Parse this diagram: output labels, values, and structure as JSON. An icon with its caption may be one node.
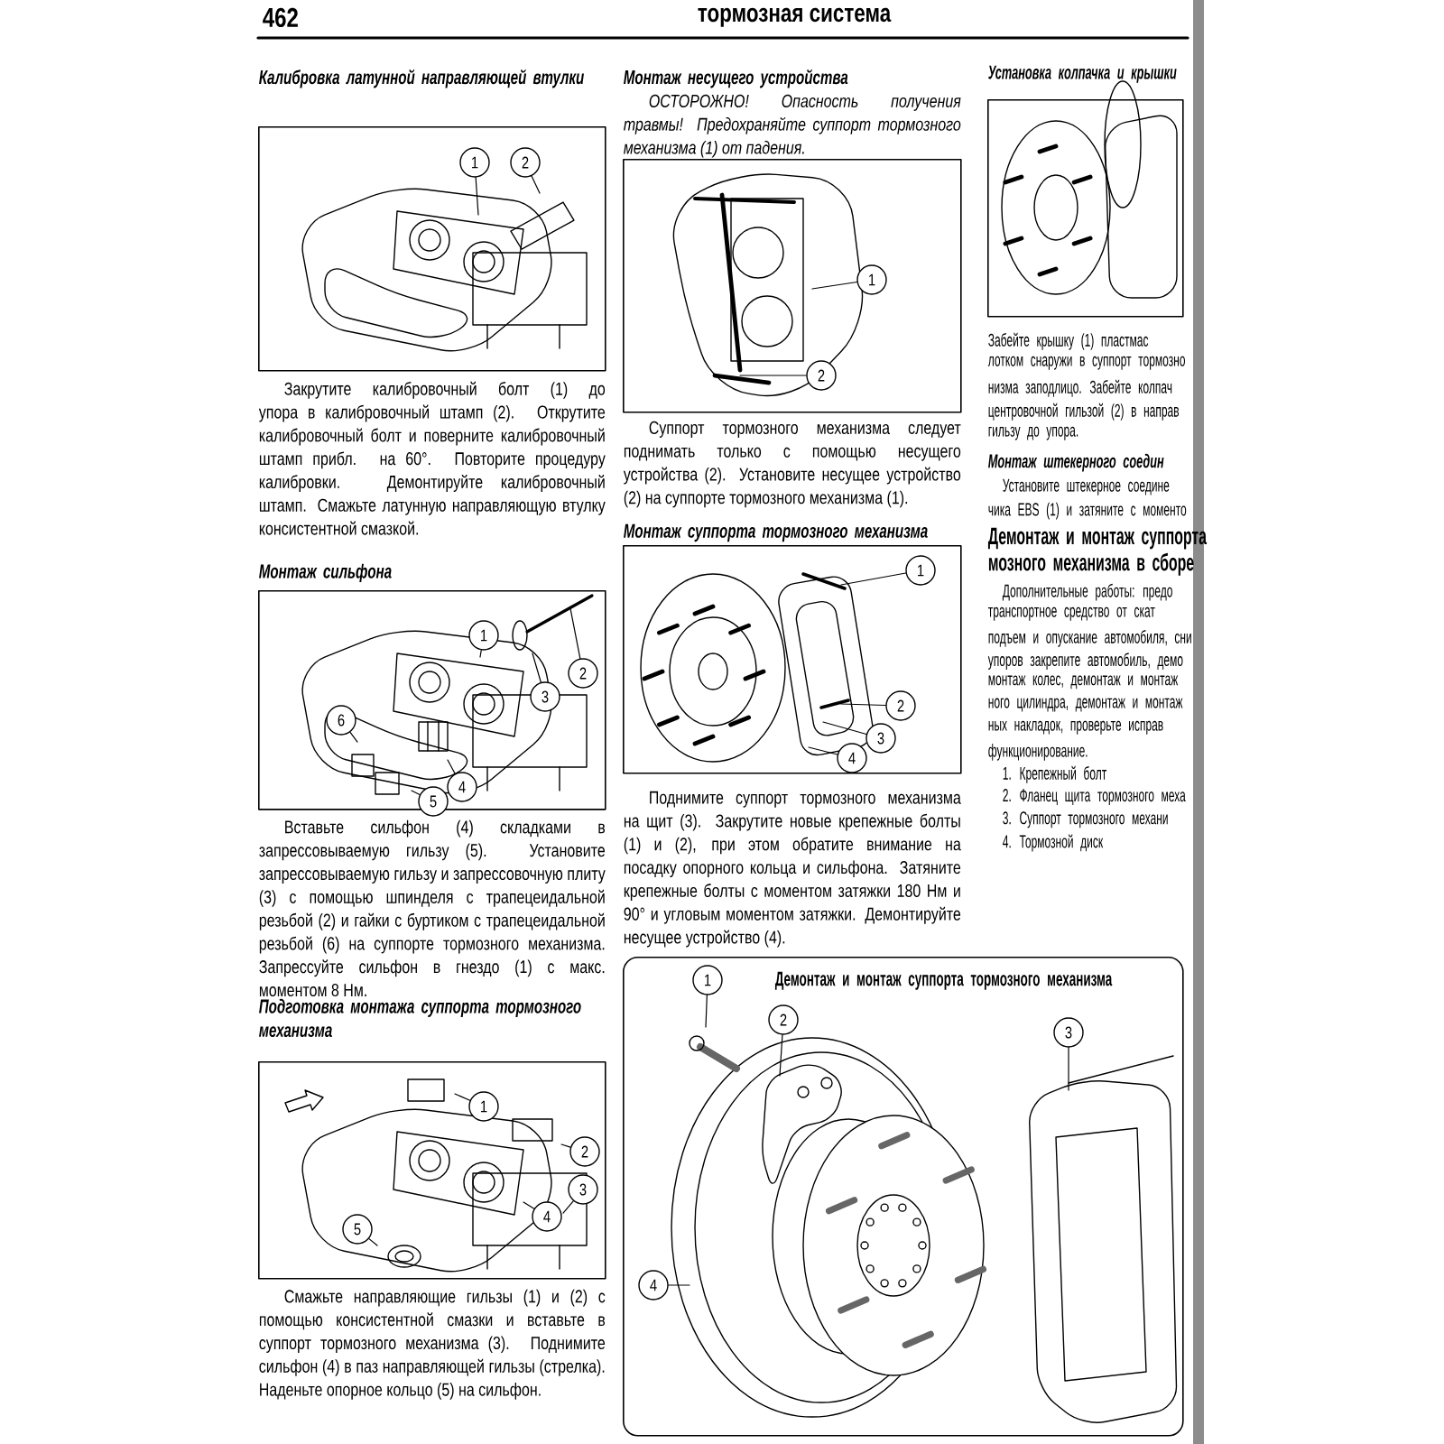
{
  "diagram": {
    "nodes": [
      {
        "text": [],
        "shape": "picture"
      },
      {
        "text": [
          "1"
        ],
        "in": 0
      },
      {
        "text": [
          "2"
        ],
        "in": 0
      },
      {
        "text": [],
        "shape": "picture"
      },
      {
        "text": [
          "1"
        ],
        "in": 3
      },
      {
        "text": [
          "2"
        ],
        "in": 3
      },
      {
        "text": [
          "3"
        ],
        "in": 3
      },
      {
        "text": [
          "6"
        ],
        "in": 3
      },
      {
        "text": [
          "4"
        ],
        "in": 3
      },
      {
        "text": [
          "5"
        ],
        "in": 3
      },
      {
        "text": [],
        "shape": "picture"
      },
      {
        "text": [
          "1"
        ],
        "in": 10
      },
      {
        "text": [
          "2"
        ],
        "in": 10
      },
      {
        "text": [
          "3"
        ],
        "in": 10
      },
      {
        "text": [
          "4"
        ],
        "in": 10
      },
      {
        "text": [
          "5"
        ],
        "in": 10
      },
      {
        "text": [],
        "shape": "picture"
      },
      {
        "text": [
          "1"
        ],
        "in": 16
      },
      {
        "text": [
          "2"
        ],
        "in": 16
      },
      {
        "text": [],
        "shape": "picture"
      },
      {
        "text": [
          "1"
        ],
        "in": 19
      },
      {
        "text": [
          "2"
        ],
        "in": 19
      },
      {
        "text": [
          "3"
        ],
        "in": 19
      },
      {
        "text": [
          "4"
        ],
        "in": 19
      },
      {
        "text": [],
        "shape": "picture"
      },
      {
        "text": [
          "Демонтаж и монтаж суппорта тормозного механизма"
        ]
      },
      {
        "text": [
          "1"
        ],
        "in": 25
      },
      {
        "text": [
          "2"
        ],
        "in": 25
      },
      {
        "text": [
          "3"
        ],
        "in": 25
      },
      {
        "text": [
          "4"
        ],
        "in": 25
      },
      {
        "text": [],
        "shape": "arrow",
        "in": 10
      }
    ],
    "edges": [
      {
        "from": 1,
        "to": 0,
        "arrow": "none"
      },
      {
        "from": 2,
        "to": 0,
        "arrow": "none"
      },
      {
        "from": 4,
        "to": 3,
        "arrow": "none"
      },
      {
        "from": 5,
        "to": 3,
        "arrow": "none"
      },
      {
        "from": 6,
        "to": 3,
        "arrow": "none"
      },
      {
        "from": 7,
        "to": 3,
        "arrow": "none"
      },
      {
        "from": 8,
        "to": 3,
        "arrow": "none"
      },
      {
        "from": 9,
        "to": 3,
        "arrow": "none"
      },
      {
        "from": 11,
        "to": 10,
        "arrow": "none"
      },
      {
        "from": 12,
        "to": 10,
        "arrow": "none"
      },
      {
        "from": 13,
        "to": 10,
        "arrow": "none"
      },
      {
        "from": 14,
        "to": 10,
        "arrow": "none"
      },
      {
        "from": 15,
        "to": 10,
        "arrow": "none"
      },
      {
        "from": 17,
        "to": 16,
        "arrow": "none"
      },
      {
        "from": 18,
        "to": 16,
        "arrow": "none"
      },
      {
        "from": 20,
        "to": 19,
        "arrow": "none"
      },
      {
        "from": 21,
        "to": 19,
        "arrow": "none"
      },
      {
        "from": 22,
        "to": 19,
        "arrow": "none"
      },
      {
        "from": 23,
        "to": 19,
        "arrow": "none"
      },
      {
        "from": 26,
        "to": 25,
        "arrow": "none"
      },
      {
        "from": 27,
        "to": 25,
        "arrow": "none"
      },
      {
        "from": 28,
        "to": 25,
        "arrow": "none"
      },
      {
        "from": 29,
        "to": 25,
        "arrow": "none"
      }
    ],
    "labels": [
      "462",
      "тормозная система",
      "Калибровка латунной направляющей втулки",
      "Закрутите калибровочный болт (1) до упора в калибровочный штамп (2). Открутите калибровочный болт и поверните калибровочный штамп прибл. на 60°. Повторите процедуру калибровки. Демонтируйте калибровочный штамп. Смажьте латунную направляющую втулку консистентной смазкой.",
      "Монтаж сильфона",
      "Вставьте сильфон (4) складками в запрессовываемую гильзу (5). Установите запрессовываемую гильзу и запрессовочную плиту (3) с помощью шпинделя с трапецеидальной резьбой (2) и гайки с буртиком с трапецеидальной резьбой (6) на суппорте тормозного механизма. Запрессуйте сильфон в гнездо (1) с макс. моментом 8 Нм.",
      "Подготовка монтажа суппорта тормозного механизма",
      "Смажьте направляющие гильзы (1) и (2) с помощью консистентной смазки и вставьте в суппорт тормозного механизма (3). Поднимите сильфон (4) в паз направляющей гильзы (стрелка). Наденьте опорное кольцо (5) на сильфон.",
      "Монтаж несущего устройства",
      "ОСТОРОЖНО! Опасность получения травмы! Предохраняйте суппорт тормозного механизма (1) от падения.",
      "Суппорт тормозного механизма следует поднимать только с помощью несущего устройства (2). Установите несущее устройство (2) на суппорте тормозного механизма (1).",
      "Монтаж суппорта тормозного механизма",
      "Поднимите суппорт тормозного механизма на щит (3). Закрутите новые крепежные болты (1) и (2), при этом обратите внимание на посадку опорного кольца и сильфона. Затяните крепежные болты с моментом затяжки 180 Нм и 90° и угловым моментом затяжки. Демонтируйте несущее устройство (4).",
      "Установка колпачка и крышки",
      "Забейте крышку (1) пластмас",
      "лотком снаружи в суппорт тормозно",
      "низма заподлицо. Забейте колпач",
      "центровочной гильзой (2) в направ",
      "гильзу до упора.",
      "Монтаж штекерного соедин",
      "Установите штекерное соедине",
      "чика EBS (1) и затяните с моменто",
      "Демонтаж и монтаж суппорта",
      "мозного механизма в сборе",
      "Дополнительные работы: предо",
      "транспортное средство от скат",
      "подъем и опускание автомобиля, сни",
      "упоров закрепите автомобиль, демо",
      "монтаж колес, демонтаж и монтаж",
      "ного цилиндра, демонтаж и монтаж",
      "ных накладок, проверьте исправ",
      "функционирование.",
      "1. Крепежный болт",
      "2. Фланец щита тормозного меха",
      "3. Суппорт тормозного механи",
      "4. Тормозной диск"
    ]
  }
}
